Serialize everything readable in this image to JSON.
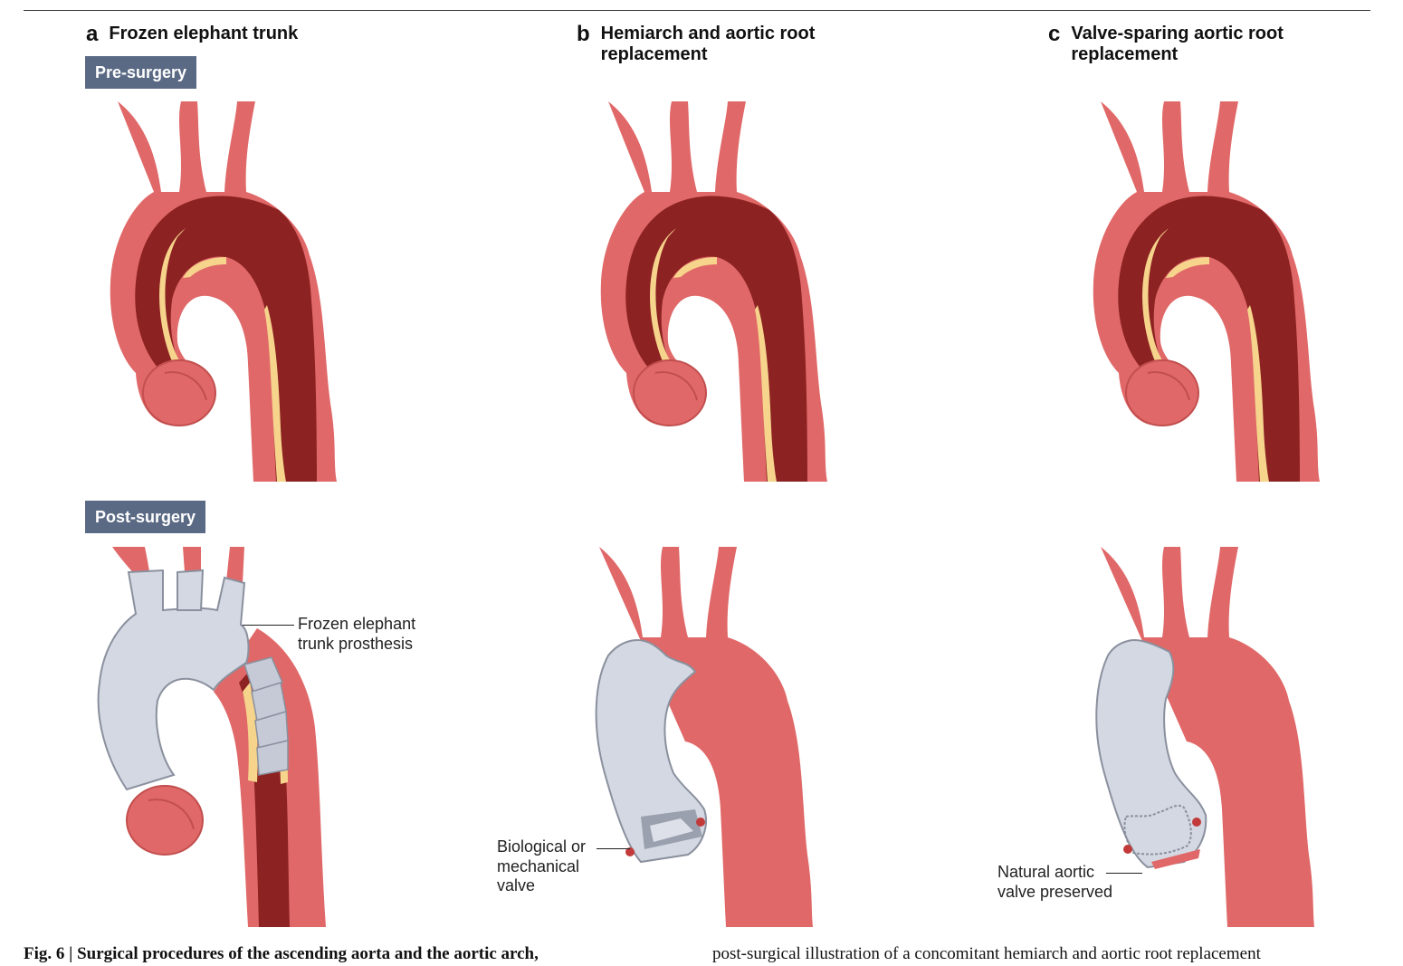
{
  "panels": [
    {
      "letter": "a",
      "title": "Frozen elephant trunk"
    },
    {
      "letter": "b",
      "title_l1": "Hemiarch and aortic root",
      "title_l2": "replacement"
    },
    {
      "letter": "c",
      "title_l1": "Valve-sparing aortic root",
      "title_l2": "replacement"
    }
  ],
  "tags": {
    "pre": "Pre-surgery",
    "post": "Post-surgery"
  },
  "callouts": {
    "fet_l1": "Frozen elephant",
    "fet_l2": "trunk prosthesis",
    "valve_l1": "Biological or",
    "valve_l2": "mechanical",
    "valve_l3": "valve",
    "natural_l1": "Natural aortic",
    "natural_l2": "valve preserved"
  },
  "caption": {
    "bold": "Fig. 6 | Surgical procedures of the ascending aorta and the aortic arch,",
    "right": "post-surgical illustration of a concomitant hemiarch and aortic root replacement"
  },
  "colors": {
    "wall": "#e06868",
    "lumen": "#8c2222",
    "fat": "#f6d48c",
    "graft": "#d4d8e2",
    "tag": "#5b6a84"
  }
}
